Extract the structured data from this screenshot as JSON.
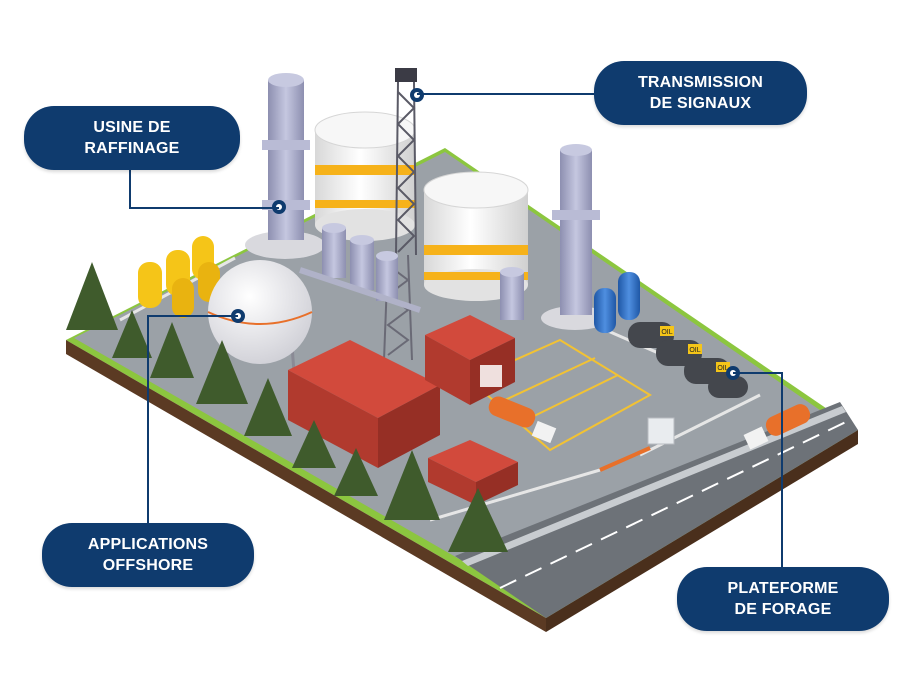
{
  "colors": {
    "callout_bg": "#0f3b6e",
    "callout_text": "#ffffff",
    "grass": "#8cc63f",
    "ground": "#9aa0a6",
    "road": "#6d7278",
    "brick": "#c0392b",
    "tank": "#f2f2f2",
    "tank_stripe": "#f6b21a",
    "column": "#a7a9c7",
    "yellow_vessel": "#f5c518",
    "blue_vessel": "#2d6fc4",
    "tree": "#3f5b2c",
    "truck_orange": "#e8702a"
  },
  "callouts": {
    "raffinage": {
      "line1": "USINE DE",
      "line2": "RAFFINAGE"
    },
    "transmission": {
      "line1": "TRANSMISSION",
      "line2": "DE SIGNAUX"
    },
    "offshore": {
      "line1": "APPLICATIONS",
      "line2": "OFFSHORE"
    },
    "plateforme": {
      "line1": "PLATEFORME",
      "line2": "DE FORAGE"
    }
  },
  "scene": {
    "oil_label": "OIL"
  }
}
